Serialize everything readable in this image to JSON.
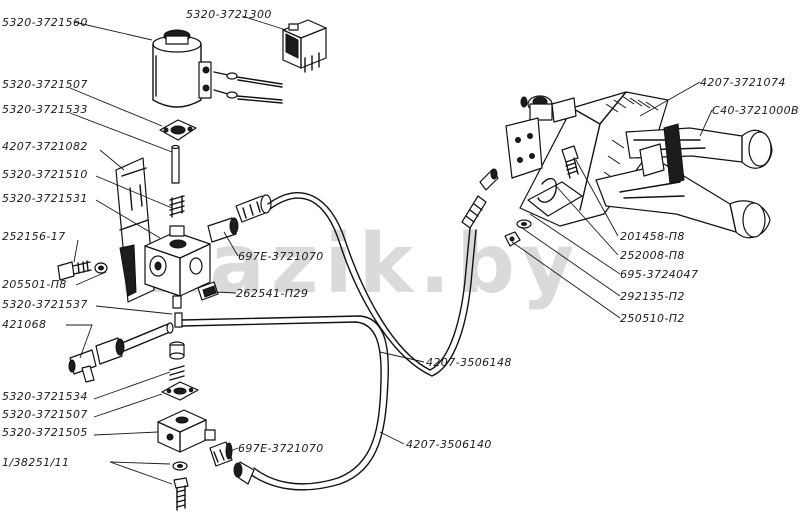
{
  "watermark": "mazik.by",
  "labels": {
    "p5320_3721560": "5320-3721560",
    "p5320_3721300": "5320-3721300",
    "p5320_3721507a": "5320-3721507",
    "p5320_3721533": "5320-3721533",
    "p4207_3721082": "4207-3721082",
    "p5320_3721510": "5320-3721510",
    "p5320_3721531": "5320-3721531",
    "p252156_17": "252156-17",
    "p205501_p8": "205501-П8",
    "p5320_3721537": "5320-3721537",
    "p421068": "421068",
    "p5320_3721534": "5320-3721534",
    "p5320_3721507b": "5320-3721507",
    "p5320_3721505": "5320-3721505",
    "p1_38251_11": "1/38251/11",
    "p697e_3721070a": "697Е-3721070",
    "p262541_p29": "262541-П29",
    "p4207_3506148": "4207-3506148",
    "p4207_3506140": "4207-3506140",
    "p697e_3721070b": "697Е-3721070",
    "p4207_3721074": "4207-3721074",
    "pC40_3721000B": "С40-3721000В",
    "p201458_p8": "201458-П8",
    "p252008_p8": "252008-П8",
    "p695_3724047": "695-3724047",
    "p292135_p2": "292135-П2",
    "p250510_p2": "250510-П2"
  }
}
